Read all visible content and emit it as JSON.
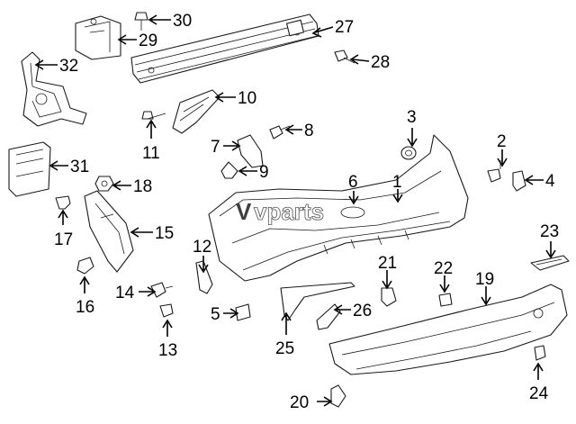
{
  "watermark": {
    "brand_mark": "V",
    "brand_text": "vparts"
  },
  "callouts": [
    {
      "id": "c1",
      "number": "1"
    },
    {
      "id": "c2",
      "number": "2"
    },
    {
      "id": "c3",
      "number": "3"
    },
    {
      "id": "c4",
      "number": "4"
    },
    {
      "id": "c5",
      "number": "5"
    },
    {
      "id": "c6",
      "number": "6"
    },
    {
      "id": "c7",
      "number": "7"
    },
    {
      "id": "c8",
      "number": "8"
    },
    {
      "id": "c9",
      "number": "9"
    },
    {
      "id": "c10",
      "number": "10"
    },
    {
      "id": "c11",
      "number": "11"
    },
    {
      "id": "c12",
      "number": "12"
    },
    {
      "id": "c13",
      "number": "13"
    },
    {
      "id": "c14",
      "number": "14"
    },
    {
      "id": "c15",
      "number": "15"
    },
    {
      "id": "c16",
      "number": "16"
    },
    {
      "id": "c17",
      "number": "17"
    },
    {
      "id": "c18",
      "number": "18"
    },
    {
      "id": "c19",
      "number": "19"
    },
    {
      "id": "c20",
      "number": "20"
    },
    {
      "id": "c21",
      "number": "21"
    },
    {
      "id": "c22",
      "number": "22"
    },
    {
      "id": "c23",
      "number": "23"
    },
    {
      "id": "c24",
      "number": "24"
    },
    {
      "id": "c25",
      "number": "25"
    },
    {
      "id": "c26",
      "number": "26"
    },
    {
      "id": "c27",
      "number": "27"
    },
    {
      "id": "c28",
      "number": "28"
    },
    {
      "id": "c29",
      "number": "29"
    },
    {
      "id": "c30",
      "number": "30"
    },
    {
      "id": "c31",
      "number": "31"
    },
    {
      "id": "c32",
      "number": "32"
    }
  ]
}
